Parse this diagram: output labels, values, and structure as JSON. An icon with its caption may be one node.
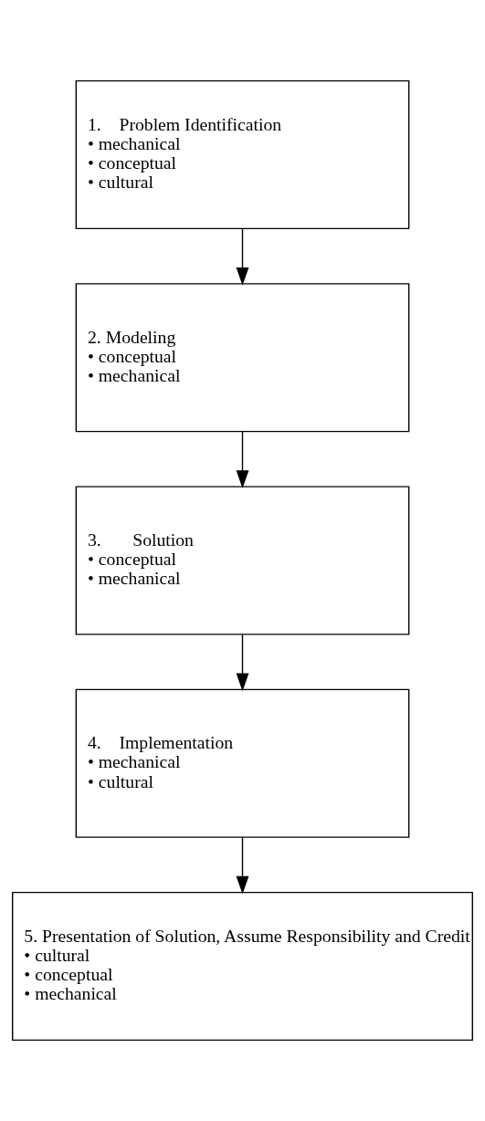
{
  "diagram": {
    "nodes": [
      {
        "text": [
          "1.    Problem Identification",
          "• mechanical",
          "• conceptual",
          "• cultural"
        ]
      },
      {
        "text": [
          "2. Modeling",
          "• conceptual",
          "• mechanical"
        ]
      },
      {
        "text": [
          "3.       Solution",
          "• conceptual",
          "• mechanical"
        ]
      },
      {
        "text": [
          "4.    Implementation",
          "• mechanical",
          "• cultural"
        ]
      },
      {
        "text": [
          "5. Presentation of Solution, Assume Responsibility and Credit",
          "• cultural",
          "• conceptual",
          "• mechanical"
        ]
      }
    ],
    "edges": [
      {
        "from": 0,
        "to": 1,
        "arrow": "to"
      },
      {
        "from": 1,
        "to": 2,
        "arrow": "to"
      },
      {
        "from": 2,
        "to": 3,
        "arrow": "to"
      },
      {
        "from": 3,
        "to": 4,
        "arrow": "to"
      }
    ]
  }
}
